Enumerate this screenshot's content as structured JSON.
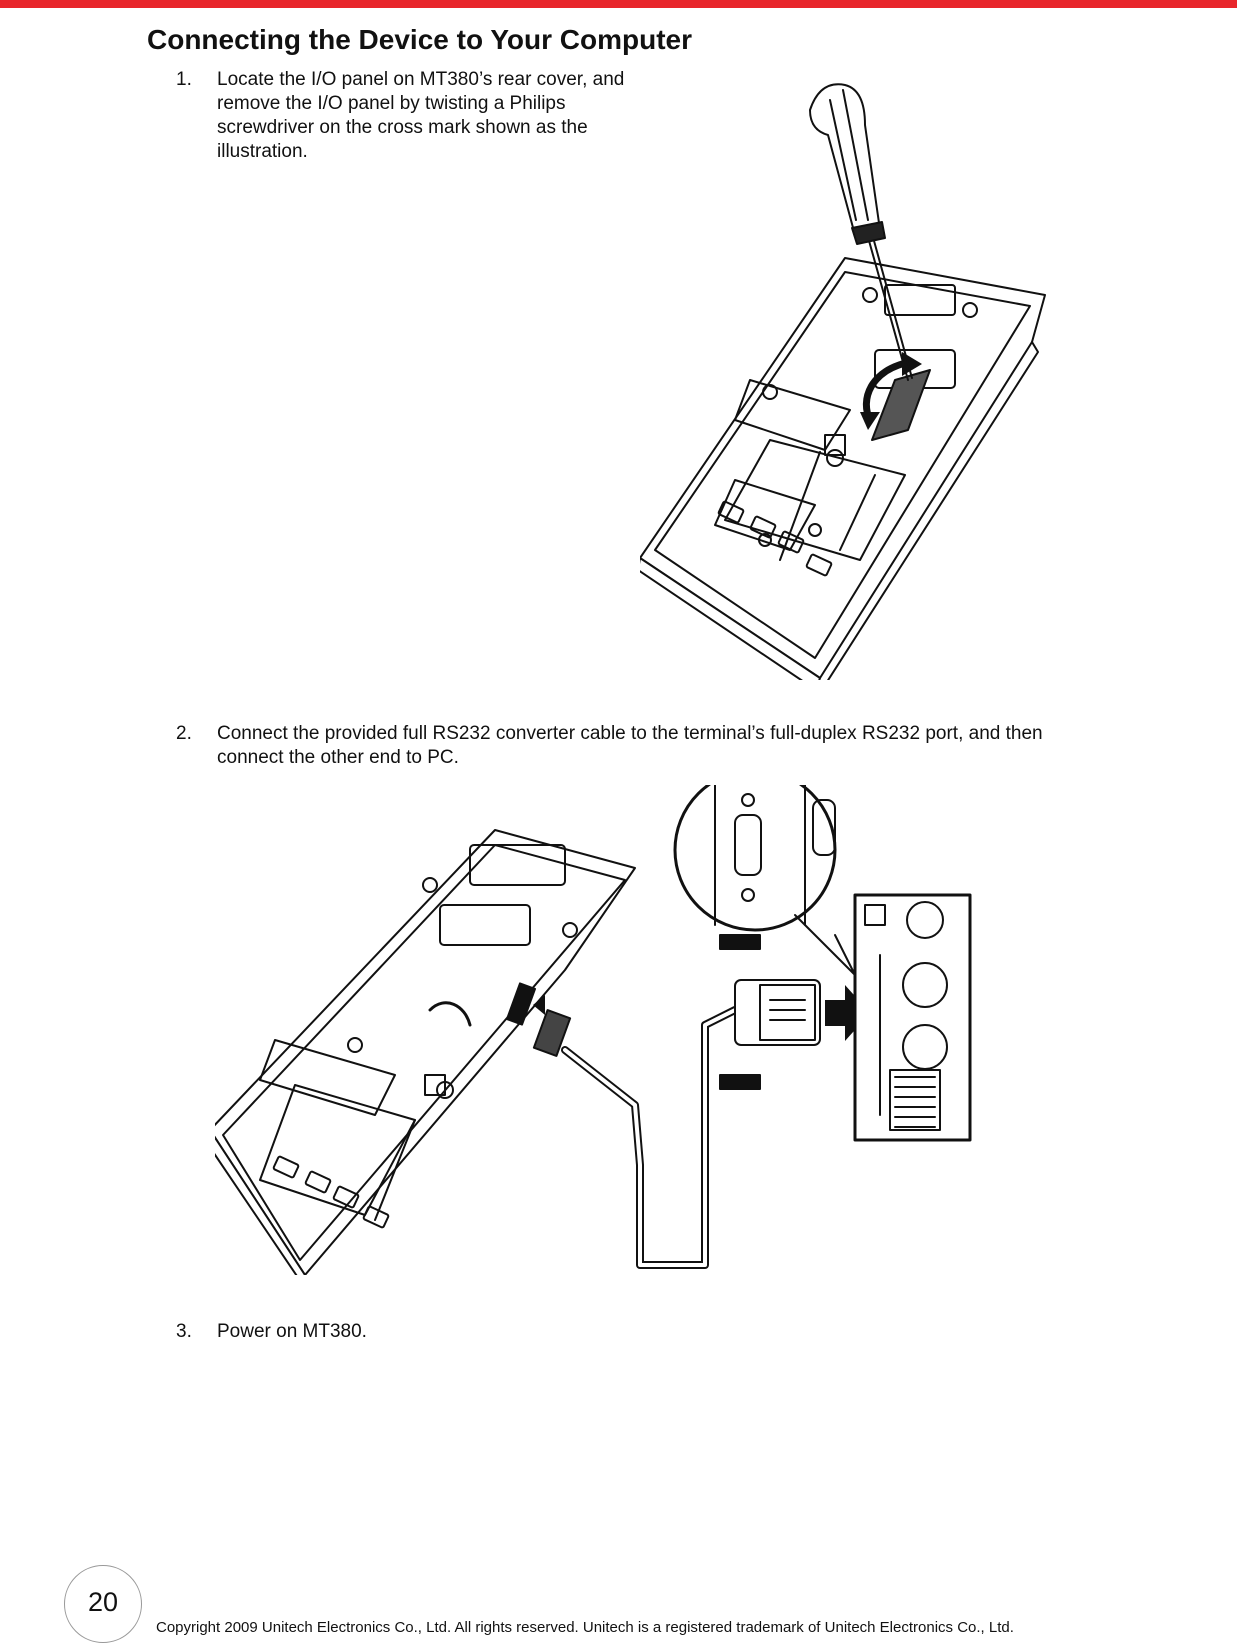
{
  "colors": {
    "accent_bar": "#e8262b",
    "text": "#111111"
  },
  "page": {
    "title": "Connecting the Device to Your Computer",
    "steps": [
      {
        "number": "1.",
        "text": "Locate the I/O panel on MT380’s rear cover, and remove the I/O panel by twisting a Philips screwdriver on the cross mark shown as the illustration."
      },
      {
        "number": "2.",
        "text": "Connect the provided full RS232 converter cable to the terminal’s full-duplex RS232 port, and then connect the other end to PC."
      },
      {
        "number": "3.",
        "text": "Power on MT380."
      }
    ],
    "figures": {
      "screwdriver": "screwdriver-removing-io-panel-illustration",
      "cable": "rs232-cable-to-pc-illustration"
    }
  },
  "footer": {
    "page_number": "20",
    "copyright": "Copyright 2009 Unitech Electronics Co., Ltd. All rights reserved. Unitech is a registered trademark of Unitech Electronics Co., Ltd."
  }
}
